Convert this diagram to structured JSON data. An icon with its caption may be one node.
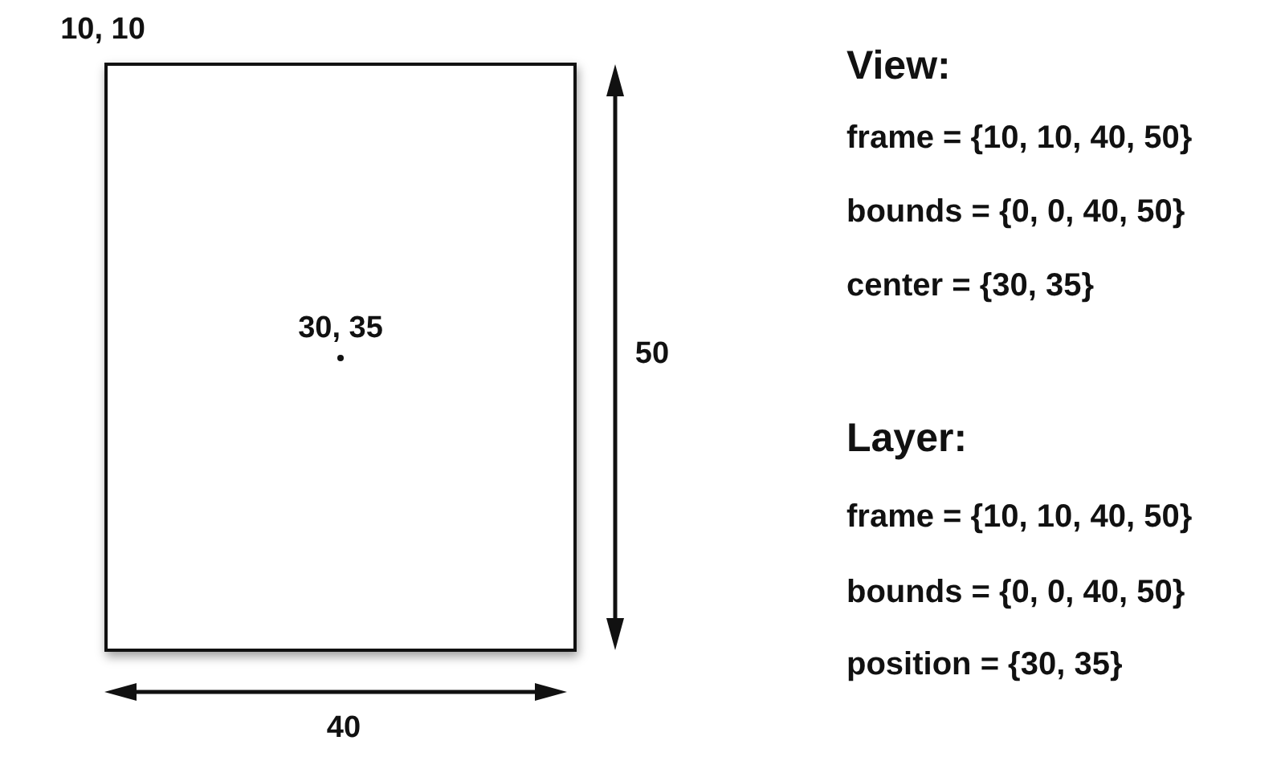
{
  "diagram": {
    "nodes": [
      {
        "text": [
          "30, 35"
        ],
        "beside": [
          "10, 10"
        ]
      }
    ],
    "labels": [
      "View:",
      "frame = {10, 10, 40, 50}",
      "bounds = {0, 0, 40, 50}",
      "center = {30, 35}",
      "50",
      "Layer:",
      "frame = {10, 10, 40, 50}",
      "bounds = {0, 0, 40, 50}",
      "position = {30, 35}",
      "40"
    ]
  }
}
